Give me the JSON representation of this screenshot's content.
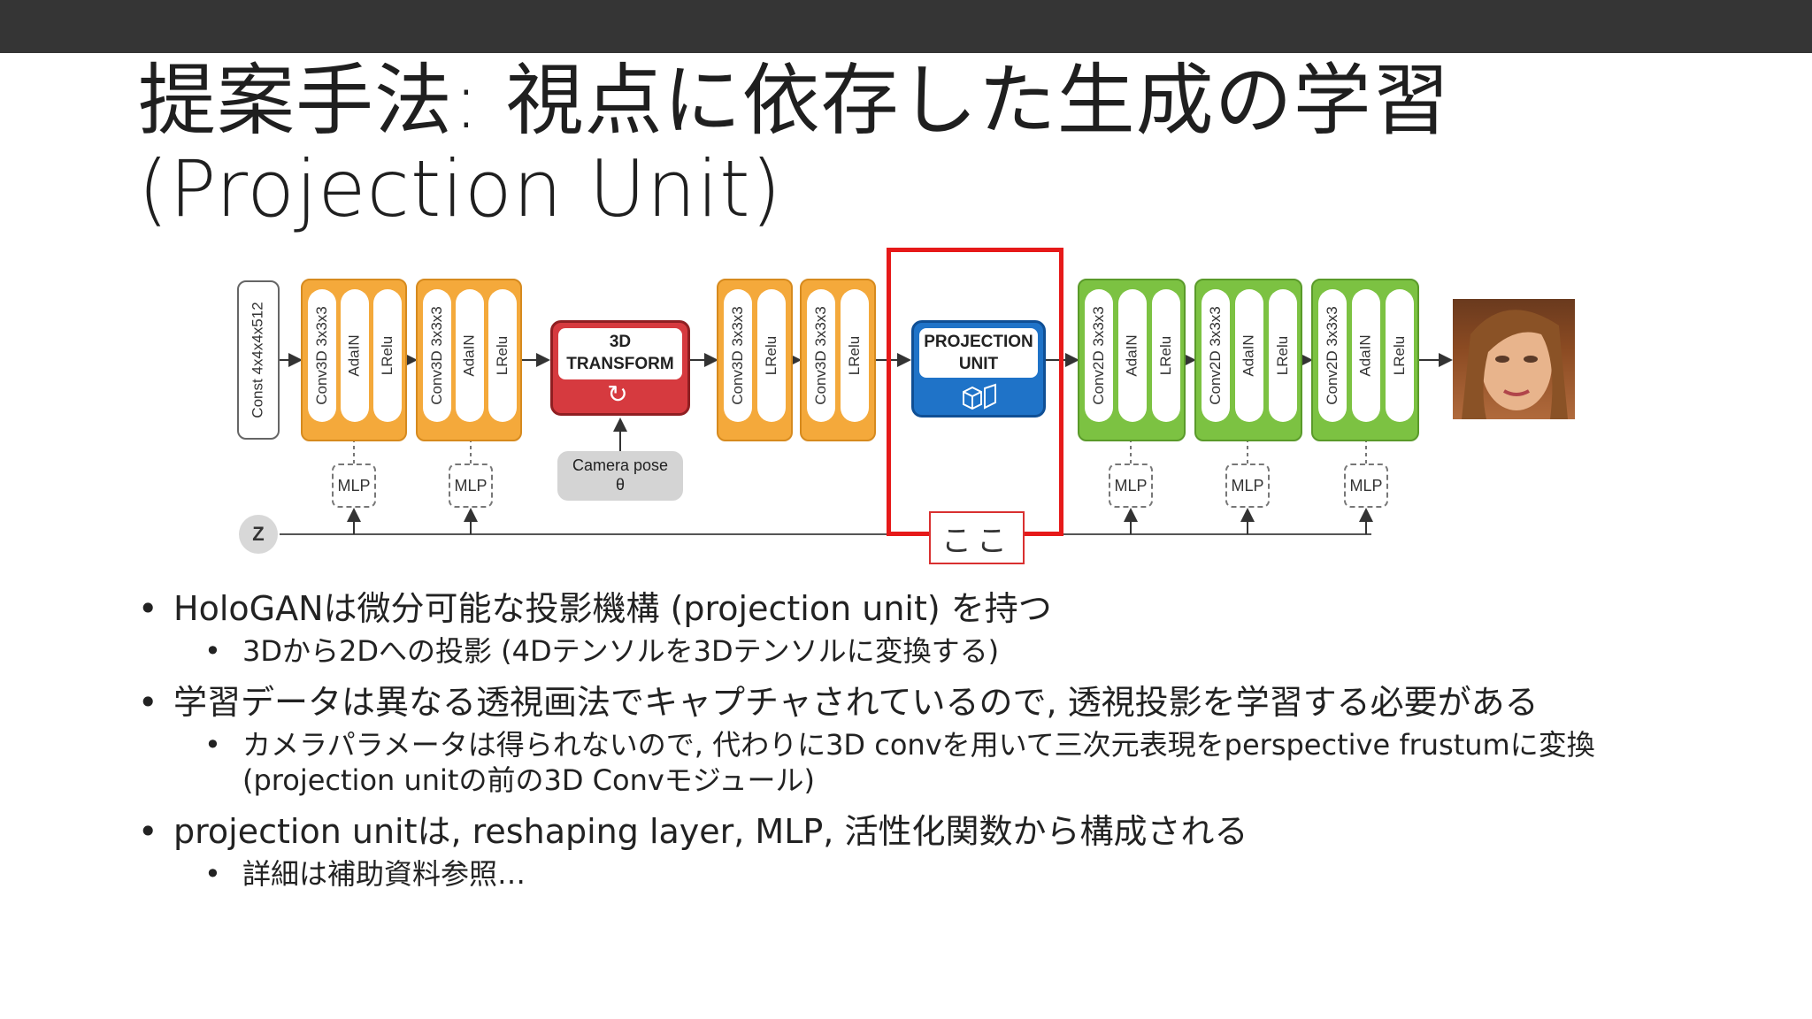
{
  "title": {
    "line1": "提案手法: 視点に依存した生成の学習",
    "line2": "(Projection Unit)"
  },
  "diagram": {
    "const_label": "Const 4x4x4x512",
    "blocks_3d_adain": [
      {
        "conv": "Conv3D 3x3x3",
        "norm": "AdaIN",
        "act": "LRelu"
      },
      {
        "conv": "Conv3D 3x3x3",
        "norm": "AdaIN",
        "act": "LRelu"
      }
    ],
    "transform": {
      "line1": "3D",
      "line2": "TRANSFORM"
    },
    "camera_pose": {
      "line1": "Camera pose",
      "line2": "θ"
    },
    "blocks_3d_plain": [
      {
        "conv": "Conv3D 3x3x3",
        "act": "LRelu"
      },
      {
        "conv": "Conv3D 3x3x3",
        "act": "LRelu"
      }
    ],
    "projection": {
      "line1": "PROJECTION",
      "line2": "UNIT"
    },
    "blocks_2d": [
      {
        "conv": "Conv2D 3x3x3",
        "norm": "AdaIN",
        "act": "LRelu"
      },
      {
        "conv": "Conv2D 3x3x3",
        "norm": "AdaIN",
        "act": "LRelu"
      },
      {
        "conv": "Conv2D 3x3x3",
        "norm": "AdaIN",
        "act": "LRelu"
      }
    ],
    "mlp_label": "MLP",
    "z_label": "Z",
    "highlight_label": "ここ",
    "colors": {
      "orange": "#f4a93b",
      "green": "#7cc242",
      "transform": "#d63a3f",
      "projection": "#1f73c8",
      "highlight": "#e61919"
    }
  },
  "bullets": [
    {
      "text": "HoloGANは微分可能な投影機構 (projection unit) を持つ",
      "sub": [
        "3Dから2Dへの投影 (4Dテンソルを3Dテンソルに変換する)"
      ]
    },
    {
      "text": "学習データは異なる透視画法でキャプチャされているので, 透視投影を学習する必要がある",
      "sub": [
        "カメラパラメータは得られないので, 代わりに3D convを用いて三次元表現をperspective frustumに変換 (projection unitの前の3D Convモジュール)"
      ]
    },
    {
      "text": "projection unitは, reshaping layer, MLP, 活性化関数から構成される",
      "sub": [
        "詳細は補助資料参照…"
      ]
    }
  ]
}
